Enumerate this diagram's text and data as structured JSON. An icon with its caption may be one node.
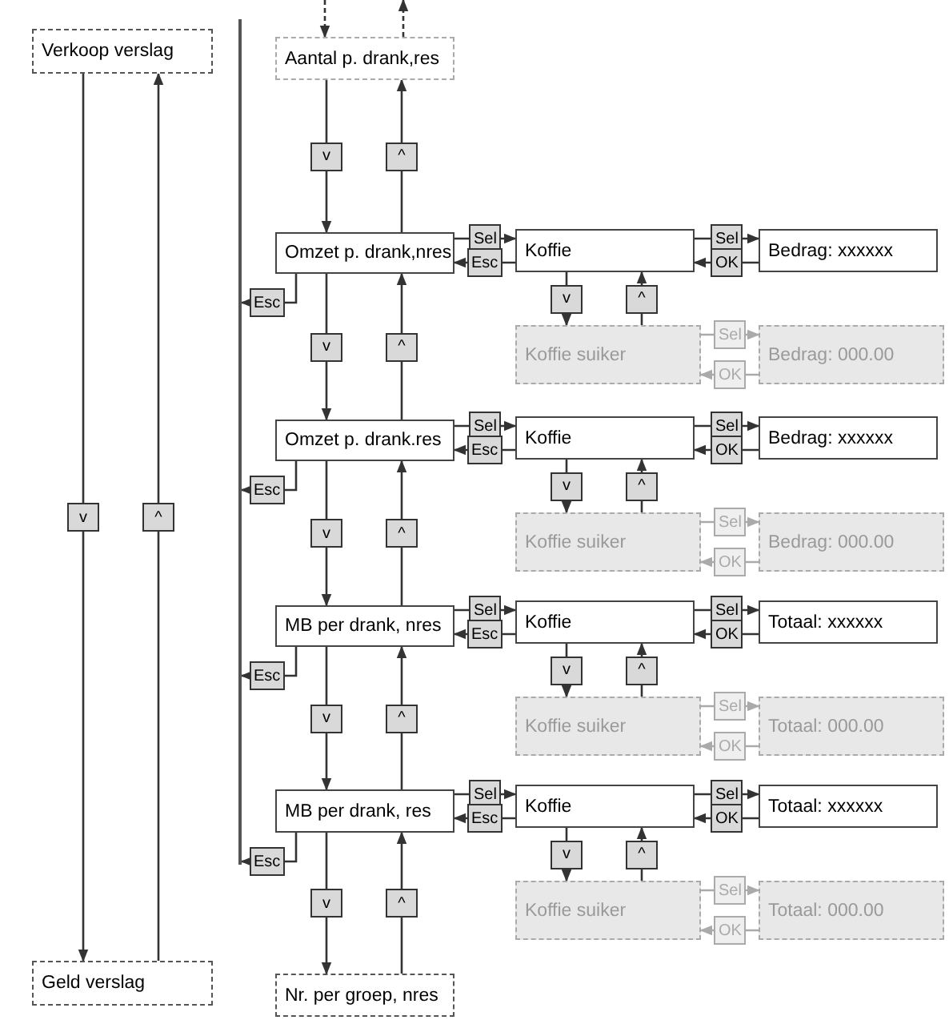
{
  "diagram": {
    "nodes": [
      {
        "text": [
          "Verkoop verslag"
        ]
      },
      {
        "text": [
          "Geld verslag"
        ]
      },
      {
        "text": [
          "Aantal p. drank,res"
        ]
      },
      {
        "text": [
          "Omzet p. drank,nres"
        ]
      },
      {
        "text": [
          "Omzet p. drank.res"
        ]
      },
      {
        "text": [
          "MB per drank, nres"
        ]
      },
      {
        "text": [
          "MB per drank, res"
        ]
      },
      {
        "text": [
          "Nr. per groep, nres"
        ]
      },
      {
        "text": [
          "Koffie"
        ]
      },
      {
        "text": [
          "Bedrag: xxxxxx"
        ]
      },
      {
        "text": [
          "Koffie suiker"
        ]
      },
      {
        "text": [
          "Bedrag: 000.00"
        ]
      },
      {
        "text": [
          "Koffie"
        ]
      },
      {
        "text": [
          "Bedrag: xxxxxx"
        ]
      },
      {
        "text": [
          "Koffie suiker"
        ]
      },
      {
        "text": [
          "Bedrag: 000.00"
        ]
      },
      {
        "text": [
          "Koffie"
        ]
      },
      {
        "text": [
          "Totaal: xxxxxx"
        ]
      },
      {
        "text": [
          "Koffie suiker"
        ]
      },
      {
        "text": [
          "Totaal: 000.00"
        ]
      },
      {
        "text": [
          "Koffie"
        ]
      },
      {
        "text": [
          "Totaal: xxxxxx"
        ]
      },
      {
        "text": [
          "Koffie suiker"
        ]
      },
      {
        "text": [
          "Totaal: 000.00"
        ]
      },
      {
        "text": [],
        "shape": "bar"
      }
    ],
    "edges": [
      {
        "from": 0,
        "to": 1,
        "arrow": "to",
        "label": "v"
      },
      {
        "from": 1,
        "to": 0,
        "arrow": "to",
        "label": "^"
      },
      {
        "from": null,
        "to": 2,
        "arrow": "to",
        "style": "dashed"
      },
      {
        "from": 2,
        "to": null,
        "arrow": "to",
        "style": "dashed"
      },
      {
        "from": 2,
        "to": 3,
        "arrow": "to",
        "label": "v"
      },
      {
        "from": 3,
        "to": 2,
        "arrow": "to",
        "label": "^"
      },
      {
        "from": 3,
        "to": 4,
        "arrow": "to",
        "label": "v"
      },
      {
        "from": 4,
        "to": 3,
        "arrow": "to",
        "label": "^"
      },
      {
        "from": 4,
        "to": 5,
        "arrow": "to",
        "label": "v"
      },
      {
        "from": 5,
        "to": 4,
        "arrow": "to",
        "label": "^"
      },
      {
        "from": 5,
        "to": 6,
        "arrow": "to",
        "label": "v"
      },
      {
        "from": 6,
        "to": 5,
        "arrow": "to",
        "label": "^"
      },
      {
        "from": 6,
        "to": 7,
        "arrow": "to",
        "label": "v"
      },
      {
        "from": 7,
        "to": 6,
        "arrow": "to",
        "label": "^"
      },
      {
        "from": 3,
        "to": 24,
        "arrow": "to",
        "label": "Esc"
      },
      {
        "from": 4,
        "to": 24,
        "arrow": "to",
        "label": "Esc"
      },
      {
        "from": 5,
        "to": 24,
        "arrow": "to",
        "label": "Esc"
      },
      {
        "from": 6,
        "to": 24,
        "arrow": "to",
        "label": "Esc"
      },
      {
        "from": 3,
        "to": 8,
        "arrow": "to",
        "label": "Sel"
      },
      {
        "from": 8,
        "to": 3,
        "arrow": "to",
        "label": "Esc"
      },
      {
        "from": 8,
        "to": 9,
        "arrow": "to",
        "label": "Sel"
      },
      {
        "from": 9,
        "to": 8,
        "arrow": "to",
        "label": "OK"
      },
      {
        "from": 8,
        "to": 10,
        "arrow": "to",
        "label": "v"
      },
      {
        "from": 10,
        "to": 8,
        "arrow": "to",
        "label": "^"
      },
      {
        "from": 10,
        "to": 11,
        "arrow": "to",
        "label": "Sel",
        "color": "#aaaaaa"
      },
      {
        "from": 11,
        "to": 10,
        "arrow": "to",
        "label": "OK",
        "color": "#aaaaaa"
      },
      {
        "from": 4,
        "to": 12,
        "arrow": "to",
        "label": "Sel"
      },
      {
        "from": 12,
        "to": 4,
        "arrow": "to",
        "label": "Esc"
      },
      {
        "from": 12,
        "to": 13,
        "arrow": "to",
        "label": "Sel"
      },
      {
        "from": 13,
        "to": 12,
        "arrow": "to",
        "label": "OK"
      },
      {
        "from": 12,
        "to": 14,
        "arrow": "to",
        "label": "v"
      },
      {
        "from": 14,
        "to": 12,
        "arrow": "to",
        "label": "^"
      },
      {
        "from": 14,
        "to": 15,
        "arrow": "to",
        "label": "Sel",
        "color": "#aaaaaa"
      },
      {
        "from": 15,
        "to": 14,
        "arrow": "to",
        "label": "OK",
        "color": "#aaaaaa"
      },
      {
        "from": 5,
        "to": 16,
        "arrow": "to",
        "label": "Sel"
      },
      {
        "from": 16,
        "to": 5,
        "arrow": "to",
        "label": "Esc"
      },
      {
        "from": 16,
        "to": 17,
        "arrow": "to",
        "label": "Sel"
      },
      {
        "from": 17,
        "to": 16,
        "arrow": "to",
        "label": "OK"
      },
      {
        "from": 16,
        "to": 18,
        "arrow": "to",
        "label": "v"
      },
      {
        "from": 18,
        "to": 16,
        "arrow": "to",
        "label": "^"
      },
      {
        "from": 18,
        "to": 19,
        "arrow": "to",
        "label": "Sel",
        "color": "#aaaaaa"
      },
      {
        "from": 19,
        "to": 18,
        "arrow": "to",
        "label": "OK",
        "color": "#aaaaaa"
      },
      {
        "from": 6,
        "to": 20,
        "arrow": "to",
        "label": "Sel"
      },
      {
        "from": 20,
        "to": 6,
        "arrow": "to",
        "label": "Esc"
      },
      {
        "from": 20,
        "to": 21,
        "arrow": "to",
        "label": "Sel"
      },
      {
        "from": 21,
        "to": 20,
        "arrow": "to",
        "label": "OK"
      },
      {
        "from": 20,
        "to": 22,
        "arrow": "to",
        "label": "v"
      },
      {
        "from": 22,
        "to": 20,
        "arrow": "to",
        "label": "^"
      },
      {
        "from": 22,
        "to": 23,
        "arrow": "to",
        "label": "Sel",
        "color": "#aaaaaa"
      },
      {
        "from": 23,
        "to": 22,
        "arrow": "to",
        "label": "OK",
        "color": "#aaaaaa"
      }
    ]
  }
}
